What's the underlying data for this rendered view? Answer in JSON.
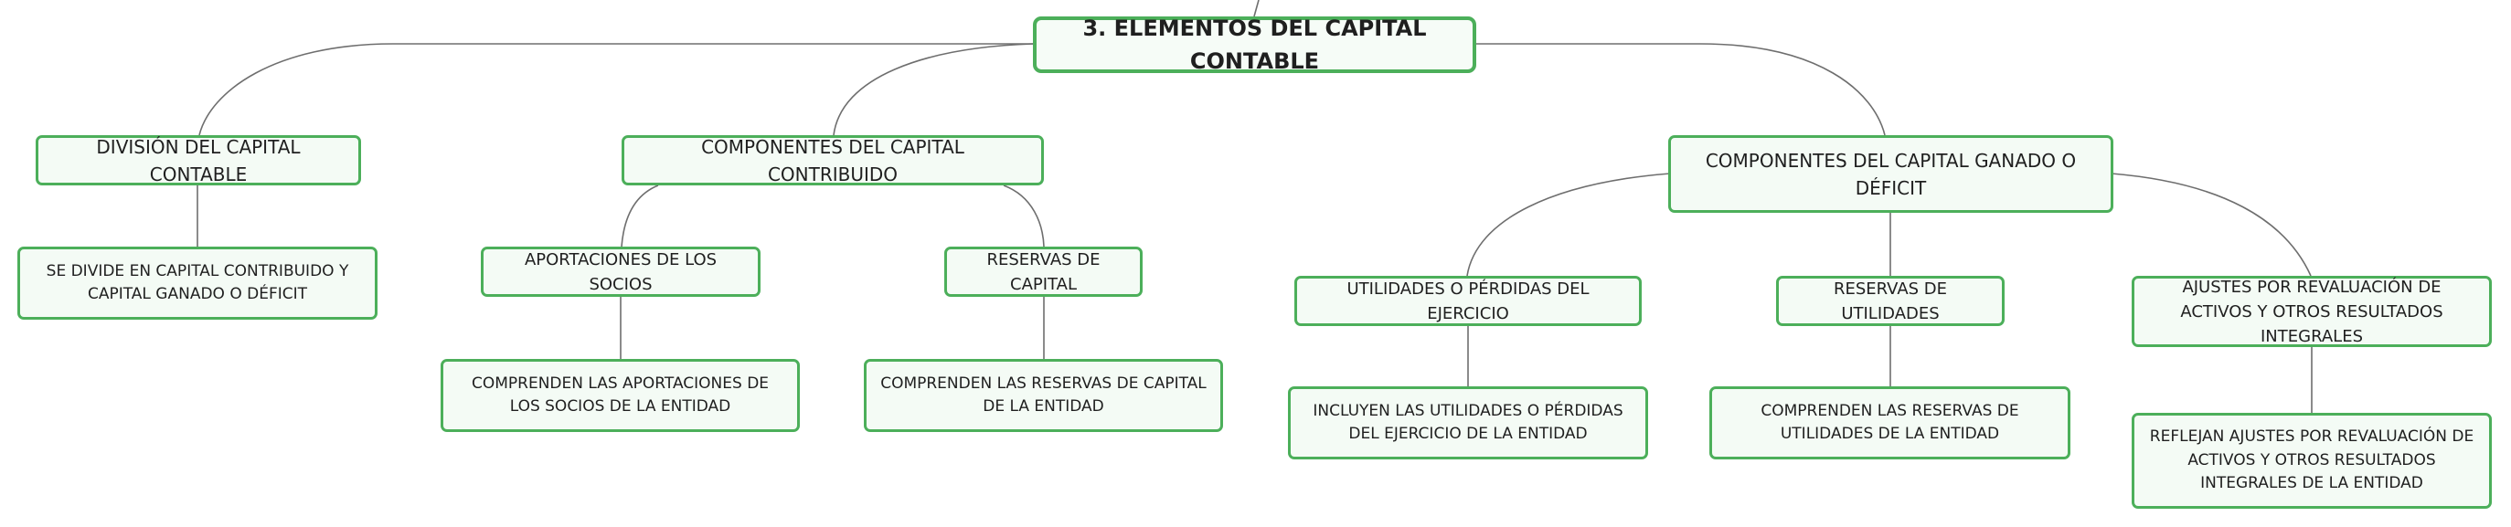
{
  "palette": {
    "node_fill": "#f4fbf5",
    "node_border": "#4caf5a",
    "connector": "#6e6e6e",
    "text": "#1f1f1f"
  },
  "root": {
    "label": "3. ELEMENTOS DEL CAPITAL CONTABLE"
  },
  "branches": [
    {
      "label": "DIVISIÓN DEL CAPITAL CONTABLE",
      "leaf": "SE DIVIDE EN CAPITAL CONTRIBUIDO Y CAPITAL GANADO O DÉFICIT"
    },
    {
      "label": "COMPONENTES DEL CAPITAL CONTRIBUIDO",
      "children": [
        {
          "label": "APORTACIONES DE LOS SOCIOS",
          "leaf": "COMPRENDEN LAS APORTACIONES DE LOS SOCIOS DE LA ENTIDAD"
        },
        {
          "label": "RESERVAS DE CAPITAL",
          "leaf": "COMPRENDEN LAS RESERVAS DE CAPITAL DE LA ENTIDAD"
        }
      ]
    },
    {
      "label": "COMPONENTES DEL CAPITAL GANADO O DÉFICIT",
      "children": [
        {
          "label": "UTILIDADES O PÉRDIDAS DEL EJERCICIO",
          "leaf": "INCLUYEN LAS UTILIDADES O PÉRDIDAS DEL EJERCICIO DE LA ENTIDAD"
        },
        {
          "label": "RESERVAS DE UTILIDADES",
          "leaf": "COMPRENDEN LAS RESERVAS DE UTILIDADES DE LA ENTIDAD"
        },
        {
          "label": "AJUSTES POR REVALUACIÓN DE ACTIVOS Y OTROS RESULTADOS INTEGRALES",
          "leaf": "REFLEJAN AJUSTES POR REVALUACIÓN DE ACTIVOS Y OTROS RESULTADOS INTEGRALES DE LA ENTIDAD"
        }
      ]
    }
  ]
}
